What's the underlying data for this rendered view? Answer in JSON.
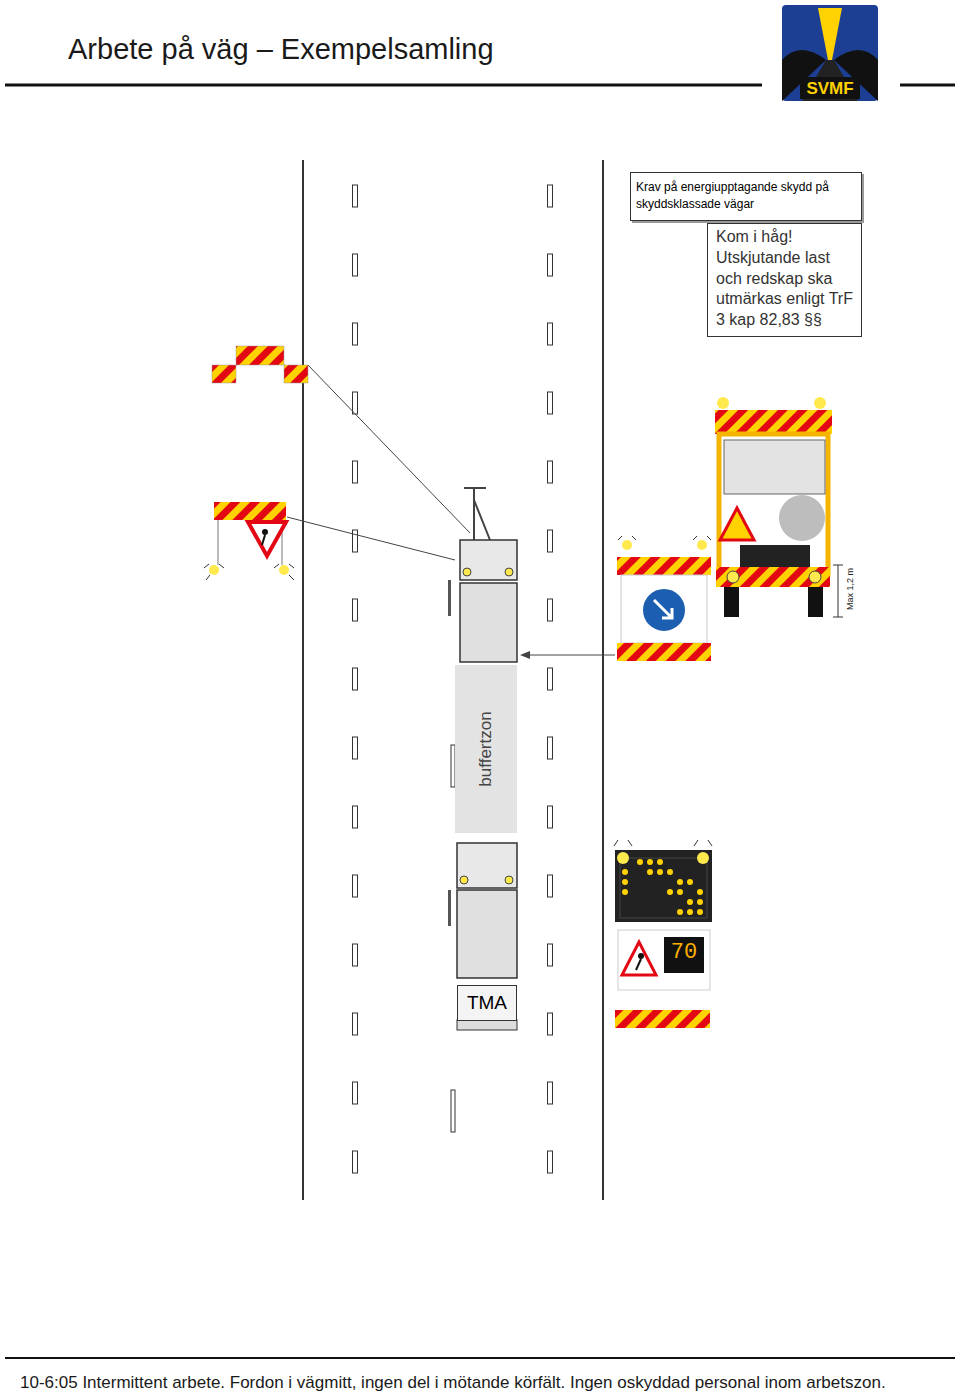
{
  "diagram": {
    "title": "Arbete på väg – Exempelsamling",
    "caption": "10-6:05 Intermittent arbete. Fordon i vägmitt, ingen del i mötande körfält. Ingen oskyddad personal inom arbetszon.",
    "nodes": [
      {
        "text": [
          "Krav på energiupptagande skydd på skyddsklassade vägar"
        ]
      },
      {
        "text": [
          "Kom i håg! Utskjutande last och redskap ska utmärkas enligt TrF 3 kap 82,83 §§"
        ]
      },
      {
        "text": [
          "buffertzon"
        ]
      },
      {
        "text": [
          "TMA"
        ]
      }
    ],
    "labels": [
      "SVMF",
      "70",
      "Max 1,2 m"
    ]
  }
}
